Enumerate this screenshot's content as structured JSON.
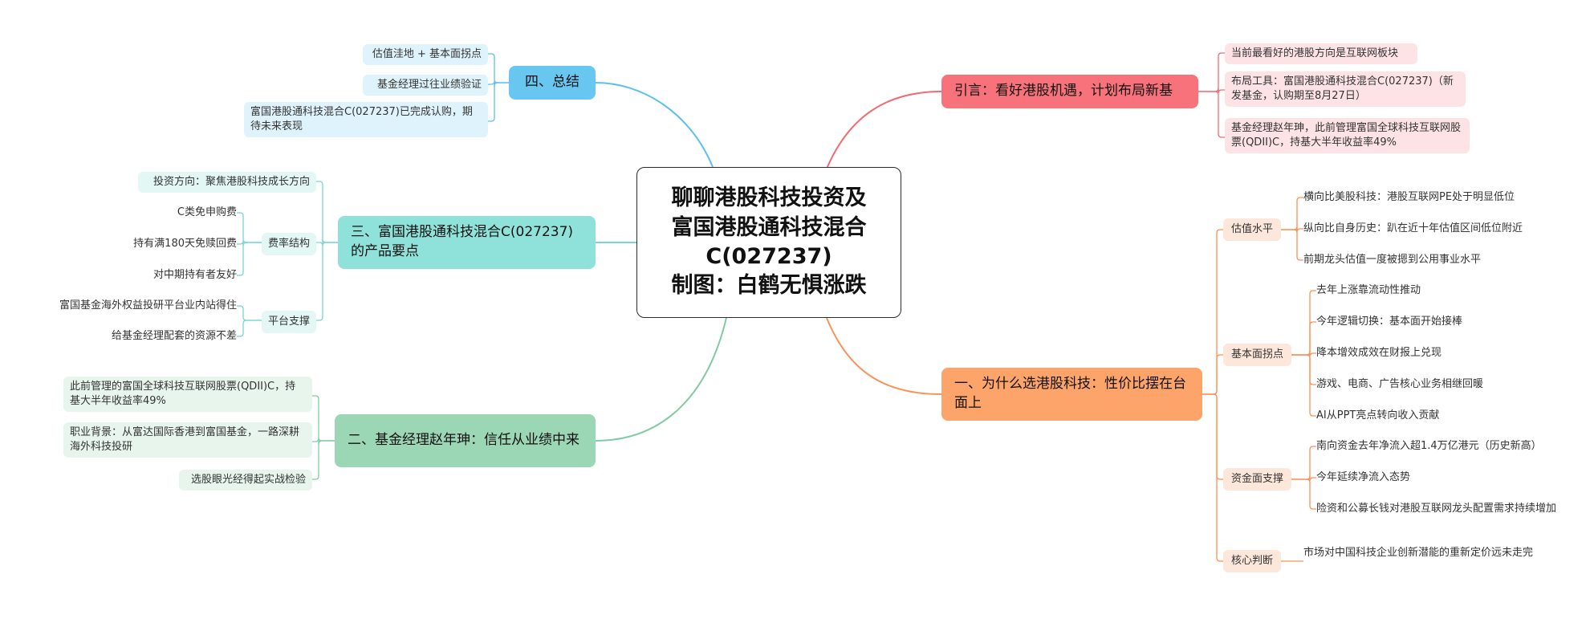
{
  "center": {
    "line1": "聊聊港股科技投资及",
    "line2": "富国港股通科技混合",
    "line3": "C(027237)",
    "line4": "制图：白鹤无惧涨跌"
  },
  "intro": {
    "title": "引言：看好港股机遇，计划布局新基",
    "items": [
      "当前最看好的港股方向是互联网板块",
      "布局工具：富国港股通科技混合C(027237)（新发基金，认购期至8月27日）",
      "基金经理赵年珅，此前管理富国全球科技互联网股票(QDII)C，持基大半年收益率49%"
    ]
  },
  "why": {
    "title": "一、为什么选港股科技：性价比摆在台面上",
    "groups": [
      {
        "label": "估值水平",
        "items": [
          "横向比美股科技：港股互联网PE处于明显低位",
          "纵向比自身历史：趴在近十年估值区间低位附近",
          "前期龙头估值一度被摁到公用事业水平"
        ]
      },
      {
        "label": "基本面拐点",
        "items": [
          "去年上涨靠流动性推动",
          "今年逻辑切换：基本面开始接棒",
          "降本增效成效在财报上兑现",
          "游戏、电商、广告核心业务相继回暖",
          "AI从PPT亮点转向收入贡献"
        ]
      },
      {
        "label": "资金面支撑",
        "items": [
          "南向资金去年净流入超1.4万亿港元（历史新高）",
          "今年延续净流入态势",
          "险资和公募长钱对港股互联网龙头配置需求持续增加"
        ]
      },
      {
        "label": "核心判断",
        "items": [
          "市场对中国科技企业创新潜能的重新定价远未走完"
        ]
      }
    ]
  },
  "manager": {
    "title": "二、基金经理赵年珅：信任从业绩中来",
    "items": [
      "此前管理的富国全球科技互联网股票(QDII)C，持基大半年收益率49%",
      "职业背景：从富达国际香港到富国基金，一路深耕海外科技投研",
      "选股眼光经得起实战检验"
    ]
  },
  "product": {
    "title": "三、富国港股通科技混合C(027237)的产品要点",
    "direction": "投资方向：聚焦港股科技成长方向",
    "fee": {
      "label": "费率结构",
      "items": [
        "C类免申购费",
        "持有满180天免赎回费",
        "对中期持有者友好"
      ]
    },
    "platform": {
      "label": "平台支撑",
      "items": [
        "富国基金海外权益投研平台业内站得住",
        "给基金经理配套的资源不差"
      ]
    }
  },
  "summary": {
    "title": "四、总结",
    "items": [
      "估值洼地 + 基本面拐点",
      "基金经理过往业绩验证",
      "富国港股通科技混合C(027237)已完成认购，期待未来表现"
    ]
  },
  "colors": {
    "intro": "#f7727b",
    "intro_leaf": "#fde3e5",
    "intro_line": "#f26b74",
    "why": "#fda46a",
    "why_sub": "#fde7da",
    "why_line": "#f89357",
    "manager": "#9bd6b5",
    "manager_leaf": "#e7f5ec",
    "manager_line": "#82cba2",
    "product": "#8fe2da",
    "product_sub": "#e3f7f4",
    "product_line": "#78d6cd",
    "summary": "#68c7f1",
    "summary_leaf": "#dff3fc",
    "summary_line": "#5cc1ee"
  }
}
